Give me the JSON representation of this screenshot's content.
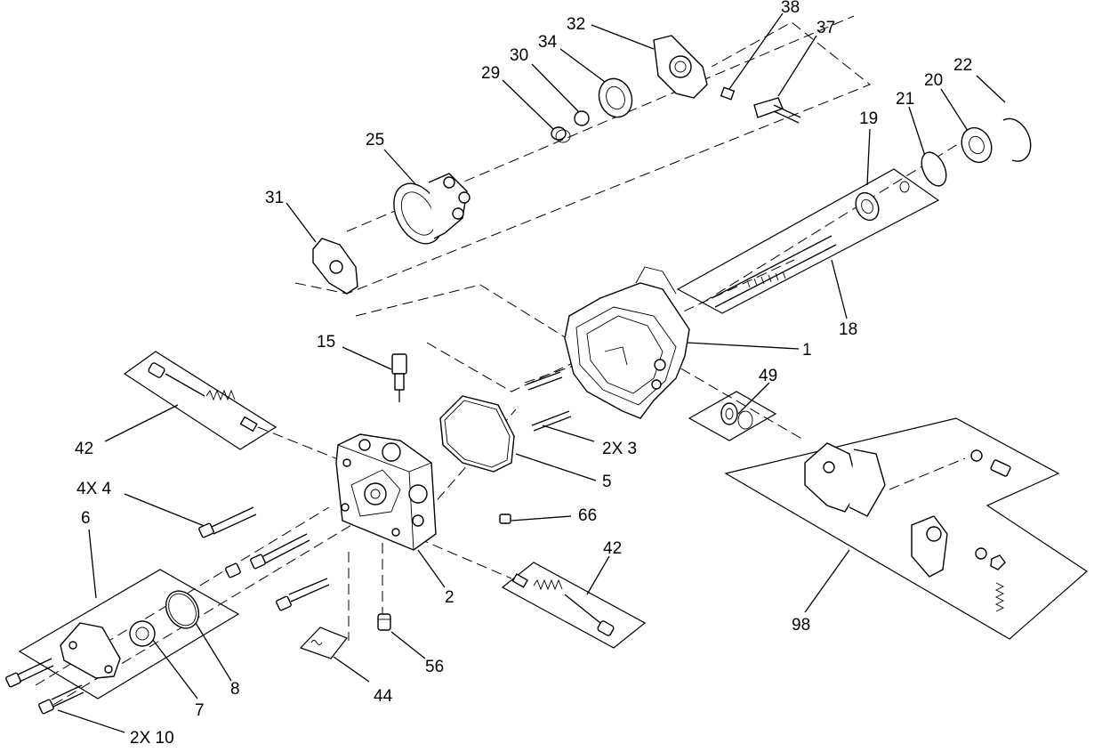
{
  "callouts": {
    "c1": "1",
    "c2": "2",
    "c2x3": "2X 3",
    "c4x4": "4X 4",
    "c5": "5",
    "c6": "6",
    "c7": "7",
    "c8": "8",
    "c2x10": "2X 10",
    "c15": "15",
    "c18": "18",
    "c19": "19",
    "c20": "20",
    "c21": "21",
    "c22": "22",
    "c25": "25",
    "c29": "29",
    "c30": "30",
    "c31": "31",
    "c32": "32",
    "c34": "34",
    "c37": "37",
    "c38": "38",
    "c42a": "42",
    "c42b": "42",
    "c44": "44",
    "c49": "49",
    "c56": "56",
    "c66": "66",
    "c98": "98"
  }
}
